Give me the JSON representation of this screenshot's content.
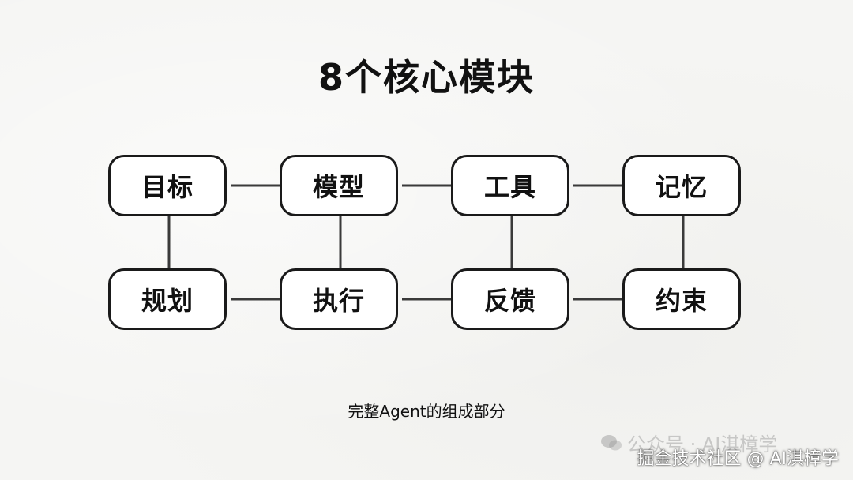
{
  "title": "8个核心模块",
  "modules": {
    "row1": [
      "目标",
      "模型",
      "工具",
      "记忆"
    ],
    "row2": [
      "规划",
      "执行",
      "反馈",
      "约束"
    ]
  },
  "caption": "完整Agent的组成部分",
  "watermarks": {
    "wechat_text": "公众号 · AI淇樟学",
    "site_text": "掘金技术社区 @ AI淇樟学"
  },
  "colors": {
    "background": "#f5f5f3",
    "node_border": "#1a1a1a",
    "connector": "#3a3a3a"
  }
}
